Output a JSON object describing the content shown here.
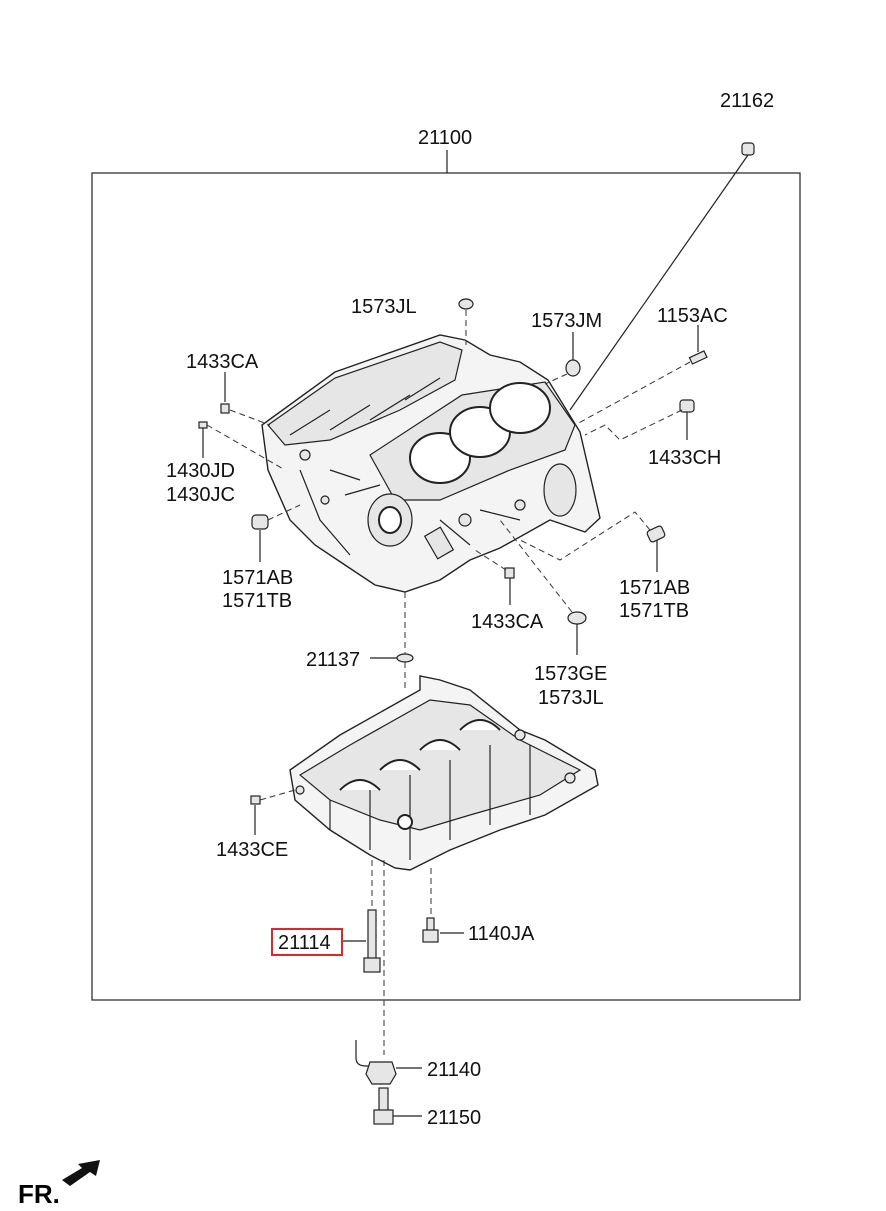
{
  "diagram": {
    "labels": {
      "assembly": "21100",
      "oil_jet_plug": "21162",
      "plug_top": "1573JL",
      "plug_right": "1573JM",
      "stud": "1153AC",
      "dowel_left_top": "1433CA",
      "dowel_right": "1433CH",
      "bolt_left_a": "1430JD",
      "bolt_left_b": "1430JC",
      "plug_left_a": "1571AB",
      "plug_left_b": "1571TB",
      "plug_right_a": "1571AB",
      "plug_right_b": "1571TB",
      "dowel_mid": "1433CA",
      "oring": "21137",
      "plug_bottom_a": "1573GE",
      "plug_bottom_b": "1573JL",
      "dowel_bedplate": "1433CE",
      "bedplate_bolt": "21114",
      "flange_bolt": "1140JA",
      "drain_plug": "21140",
      "drain_bolt": "21150",
      "front_indicator": "FR."
    },
    "highlight_color": "#e0262b"
  }
}
